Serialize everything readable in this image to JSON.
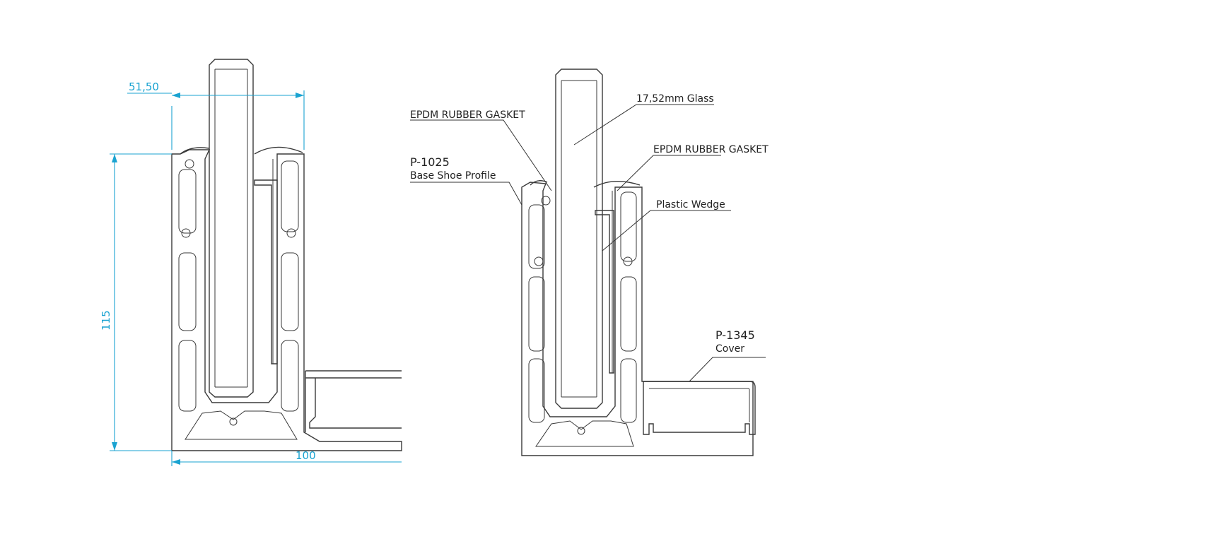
{
  "colors": {
    "dimension": "#1aa3d1",
    "outline": "#3a3a3a",
    "label": "#222222"
  },
  "dimensions": {
    "width_top": "51,50",
    "height_left": "115",
    "width_bottom": "100"
  },
  "labels": {
    "gasket_left": "EPDM RUBBER GASKET",
    "profile_code": "P-1025",
    "profile_name": "Base Shoe Profile",
    "glass": "17,52mm Glass",
    "gasket_right": "EPDM RUBBER GASKET",
    "wedge": "Plastic Wedge",
    "cover_code": "P-1345",
    "cover_name": "Cover"
  }
}
